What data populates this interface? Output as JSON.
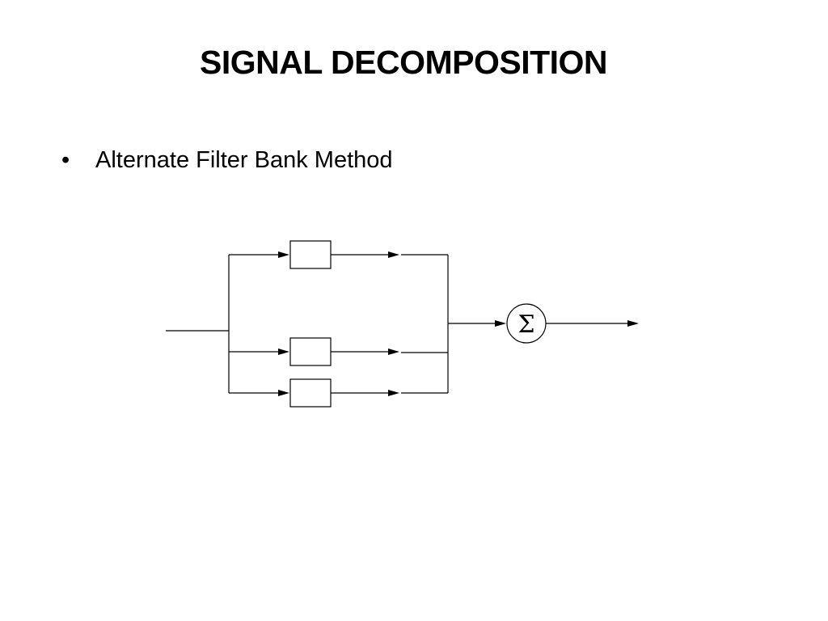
{
  "slide": {
    "title": "SIGNAL DECOMPOSITION",
    "bullet": {
      "glyph": "•",
      "text": "Alternate Filter Bank Method"
    }
  },
  "diagram": {
    "filter_count": 3,
    "summer_symbol": "Σ",
    "line_color": "#000000",
    "background_color": "#ffffff"
  }
}
